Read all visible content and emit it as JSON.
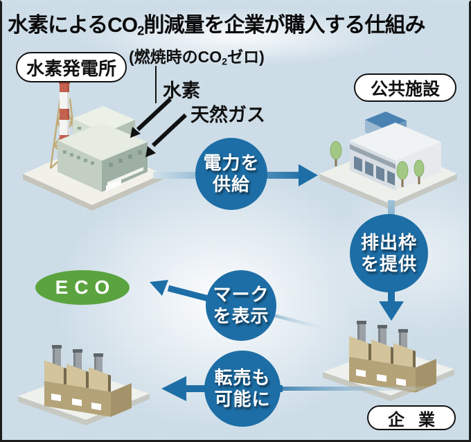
{
  "title": {
    "pre": "水素によるCO",
    "sub": "2",
    "post": "削減量を企業が購入する仕組み"
  },
  "nodes": {
    "hydrogen_plant_label": "水素発電所",
    "public_facility_label": "公共施設",
    "company_label": "企業",
    "eco_mark_label": "ECO"
  },
  "annotations": {
    "co2_note": {
      "pre": "(燃焼時のCO",
      "sub": "2",
      "post": "ゼロ)"
    },
    "hydrogen": "水素",
    "natural_gas": "天然ガス"
  },
  "flows": {
    "supply_power": {
      "line1": "電力を",
      "line2": "供給"
    },
    "provide_allowance": {
      "line1": "排出枠",
      "line2": "を提供"
    },
    "display_mark": {
      "line1": "マーク",
      "line2": "を表示"
    },
    "resale": {
      "line1": "転売も",
      "line2": "可能に"
    }
  },
  "colors": {
    "flow_blue": "#1d6ea6",
    "eco_green": "#5ba33f",
    "background_blue": "#c9dae6",
    "arrow_black": "#111111"
  }
}
